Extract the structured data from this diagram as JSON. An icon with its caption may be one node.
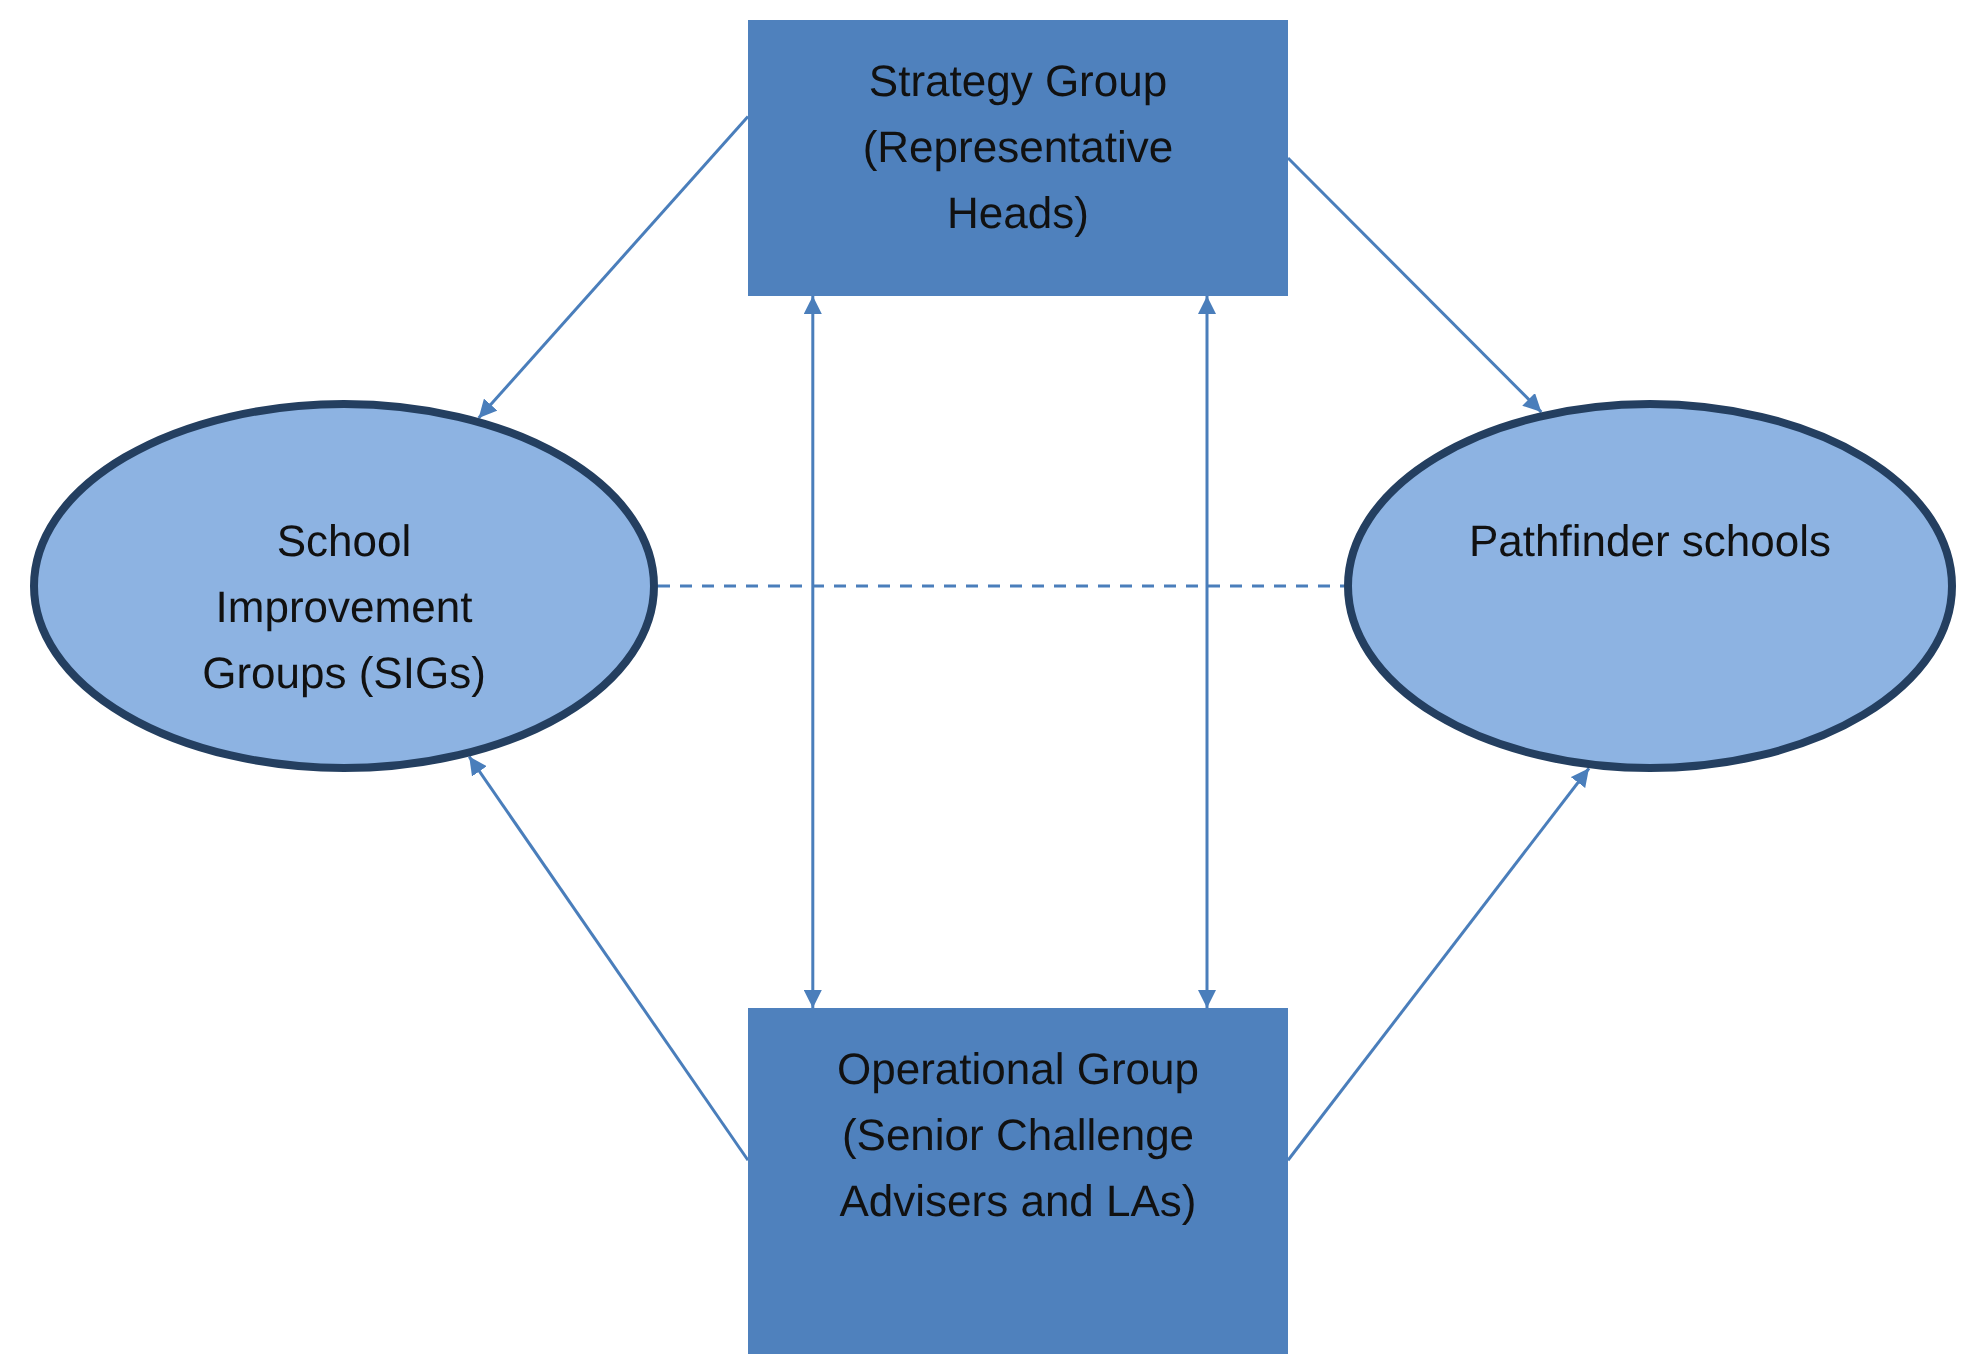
{
  "diagram": {
    "nodes": [
      {
        "text": [
          "Strategy Group (Representative Heads)"
        ]
      },
      {
        "text": [
          "School Improvement Groups (SIGs)"
        ]
      },
      {
        "text": [
          "Pathfinder schools"
        ]
      },
      {
        "text": [
          "Operational Group (Senior Challenge Advisers and LAs)"
        ]
      }
    ],
    "edges": [
      {
        "from": 0,
        "to": 1,
        "arrow": "to"
      },
      {
        "from": 0,
        "to": 2,
        "arrow": "to"
      },
      {
        "from": 0,
        "to": 3,
        "arrow": "both"
      },
      {
        "from": 0,
        "to": 3,
        "arrow": "both"
      },
      {
        "from": 1,
        "to": 2,
        "arrow": "none",
        "style": "dashed"
      },
      {
        "from": 3,
        "to": 1,
        "arrow": "to"
      },
      {
        "from": 3,
        "to": 2,
        "arrow": "to"
      }
    ]
  }
}
